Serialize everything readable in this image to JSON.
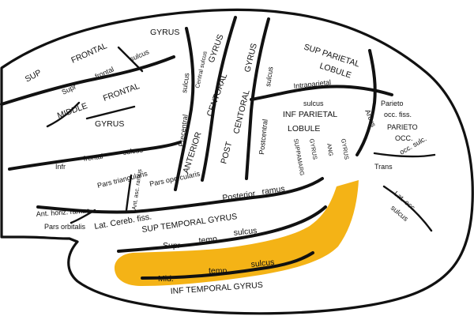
{
  "colors": {
    "highlight": "#F4B316",
    "outline": "#111111",
    "background": "#FFFFFF"
  },
  "highlighted_region": "Middle temporal gyrus",
  "labels": {
    "sup": "SUP",
    "frontal": "FRONTAL",
    "gyrus_top": "GYRUS",
    "supr": "Supr",
    "frontal_lc": "frontal",
    "sulcus": "sulcus",
    "middle": "MIDDLE",
    "frontal_mid": "FRONTAL",
    "gyrus_mid": "GYRUS",
    "infr": "Infr",
    "frontal_inf": "frontal",
    "sulcus_inf": "sulcus",
    "central_sulcus": "Central sulcus",
    "anterior": "ANTERIOR",
    "centoral": "CENTORAL",
    "gyrus_ant": "GYRUS",
    "precentral": "Precentral",
    "sulcus_prec": "sulcus",
    "post": "POST",
    "centoral_post": "CENTORAL",
    "gyrus_post": "GYRUS",
    "sulcus_post": "sulcus",
    "postcentral": "Postcentral",
    "sup_parietal": "SUP PARIETAL",
    "lobule_sup": "LOBULE",
    "intraparietal": "Intraparietal",
    "sulcus_ip": "sulcus",
    "inf_parietal": "INF PARIETAL",
    "lobule_inf": "LOBULE",
    "parieto": "Parieto",
    "occ_fiss": "occ. fiss.",
    "parieto_occ": "PARIETO",
    "occ": "OCC.",
    "arcus": "Arcus",
    "trans": "Trans",
    "occ_sulc": "occ. sulc.",
    "lat_occ": "Lat. occ.",
    "sulcus_lat_occ": "sulcus",
    "supramarg": "SUPPAMARG",
    "gyrus_sm": "GYRUS",
    "ang": "ANG",
    "gyrus_ang": "GYRUS",
    "pars_triangularis": "Pars triangularis",
    "pars_opercularis": "Pars opercularis",
    "ant_asc_ramus": "Ant. asc. ramus",
    "ant_horiz_ramus": "Ant. horiz. ramus",
    "pars_orbitalis": "Pars orbitalis",
    "lat_cereb_fiss": "Lat. Cereb. fiss.",
    "posterior": "Posterior",
    "ramus": "ramus",
    "sup_temporal_gyrus": "SUP TEMPORAL GYRUS",
    "supr_temp": "Supr",
    "temp": "temp.",
    "sulcus_st": "sulcus",
    "mid": "Mid.",
    "temp_mid": "temp.",
    "sulcus_mt": "sulcus",
    "inf_temporal_gyrus": "INF TEMPORAL GYRUS"
  }
}
